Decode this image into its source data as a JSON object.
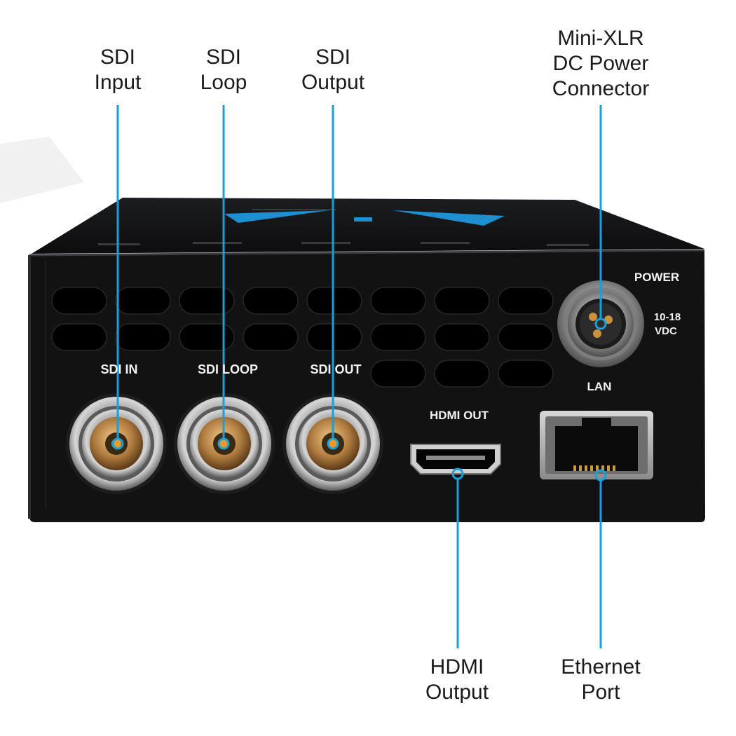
{
  "callouts": {
    "sdi_input": {
      "line1": "SDI",
      "line2": "Input"
    },
    "sdi_loop": {
      "line1": "SDI",
      "line2": "Loop"
    },
    "sdi_output": {
      "line1": "SDI",
      "line2": "Output"
    },
    "power_connector": {
      "line1": "Mini-XLR",
      "line2": "DC Power",
      "line3": "Connector"
    },
    "hdmi_output": {
      "line1": "HDMI",
      "line2": "Output"
    },
    "ethernet_port": {
      "line1": "Ethernet",
      "line2": "Port"
    }
  },
  "panel_labels": {
    "sdi_in": "SDI IN",
    "sdi_loop": "SDI LOOP",
    "sdi_out": "SDI OUT",
    "hdmi_out": "HDMI OUT",
    "power": "POWER",
    "voltage_line1": "10-18",
    "voltage_line2": "VDC",
    "lan": "LAN"
  },
  "colors": {
    "callout_line": "#1a9fd9",
    "device_body": "#121213",
    "panel_text": "#f2f2f2",
    "accent_blue": "#1e8fd0"
  }
}
